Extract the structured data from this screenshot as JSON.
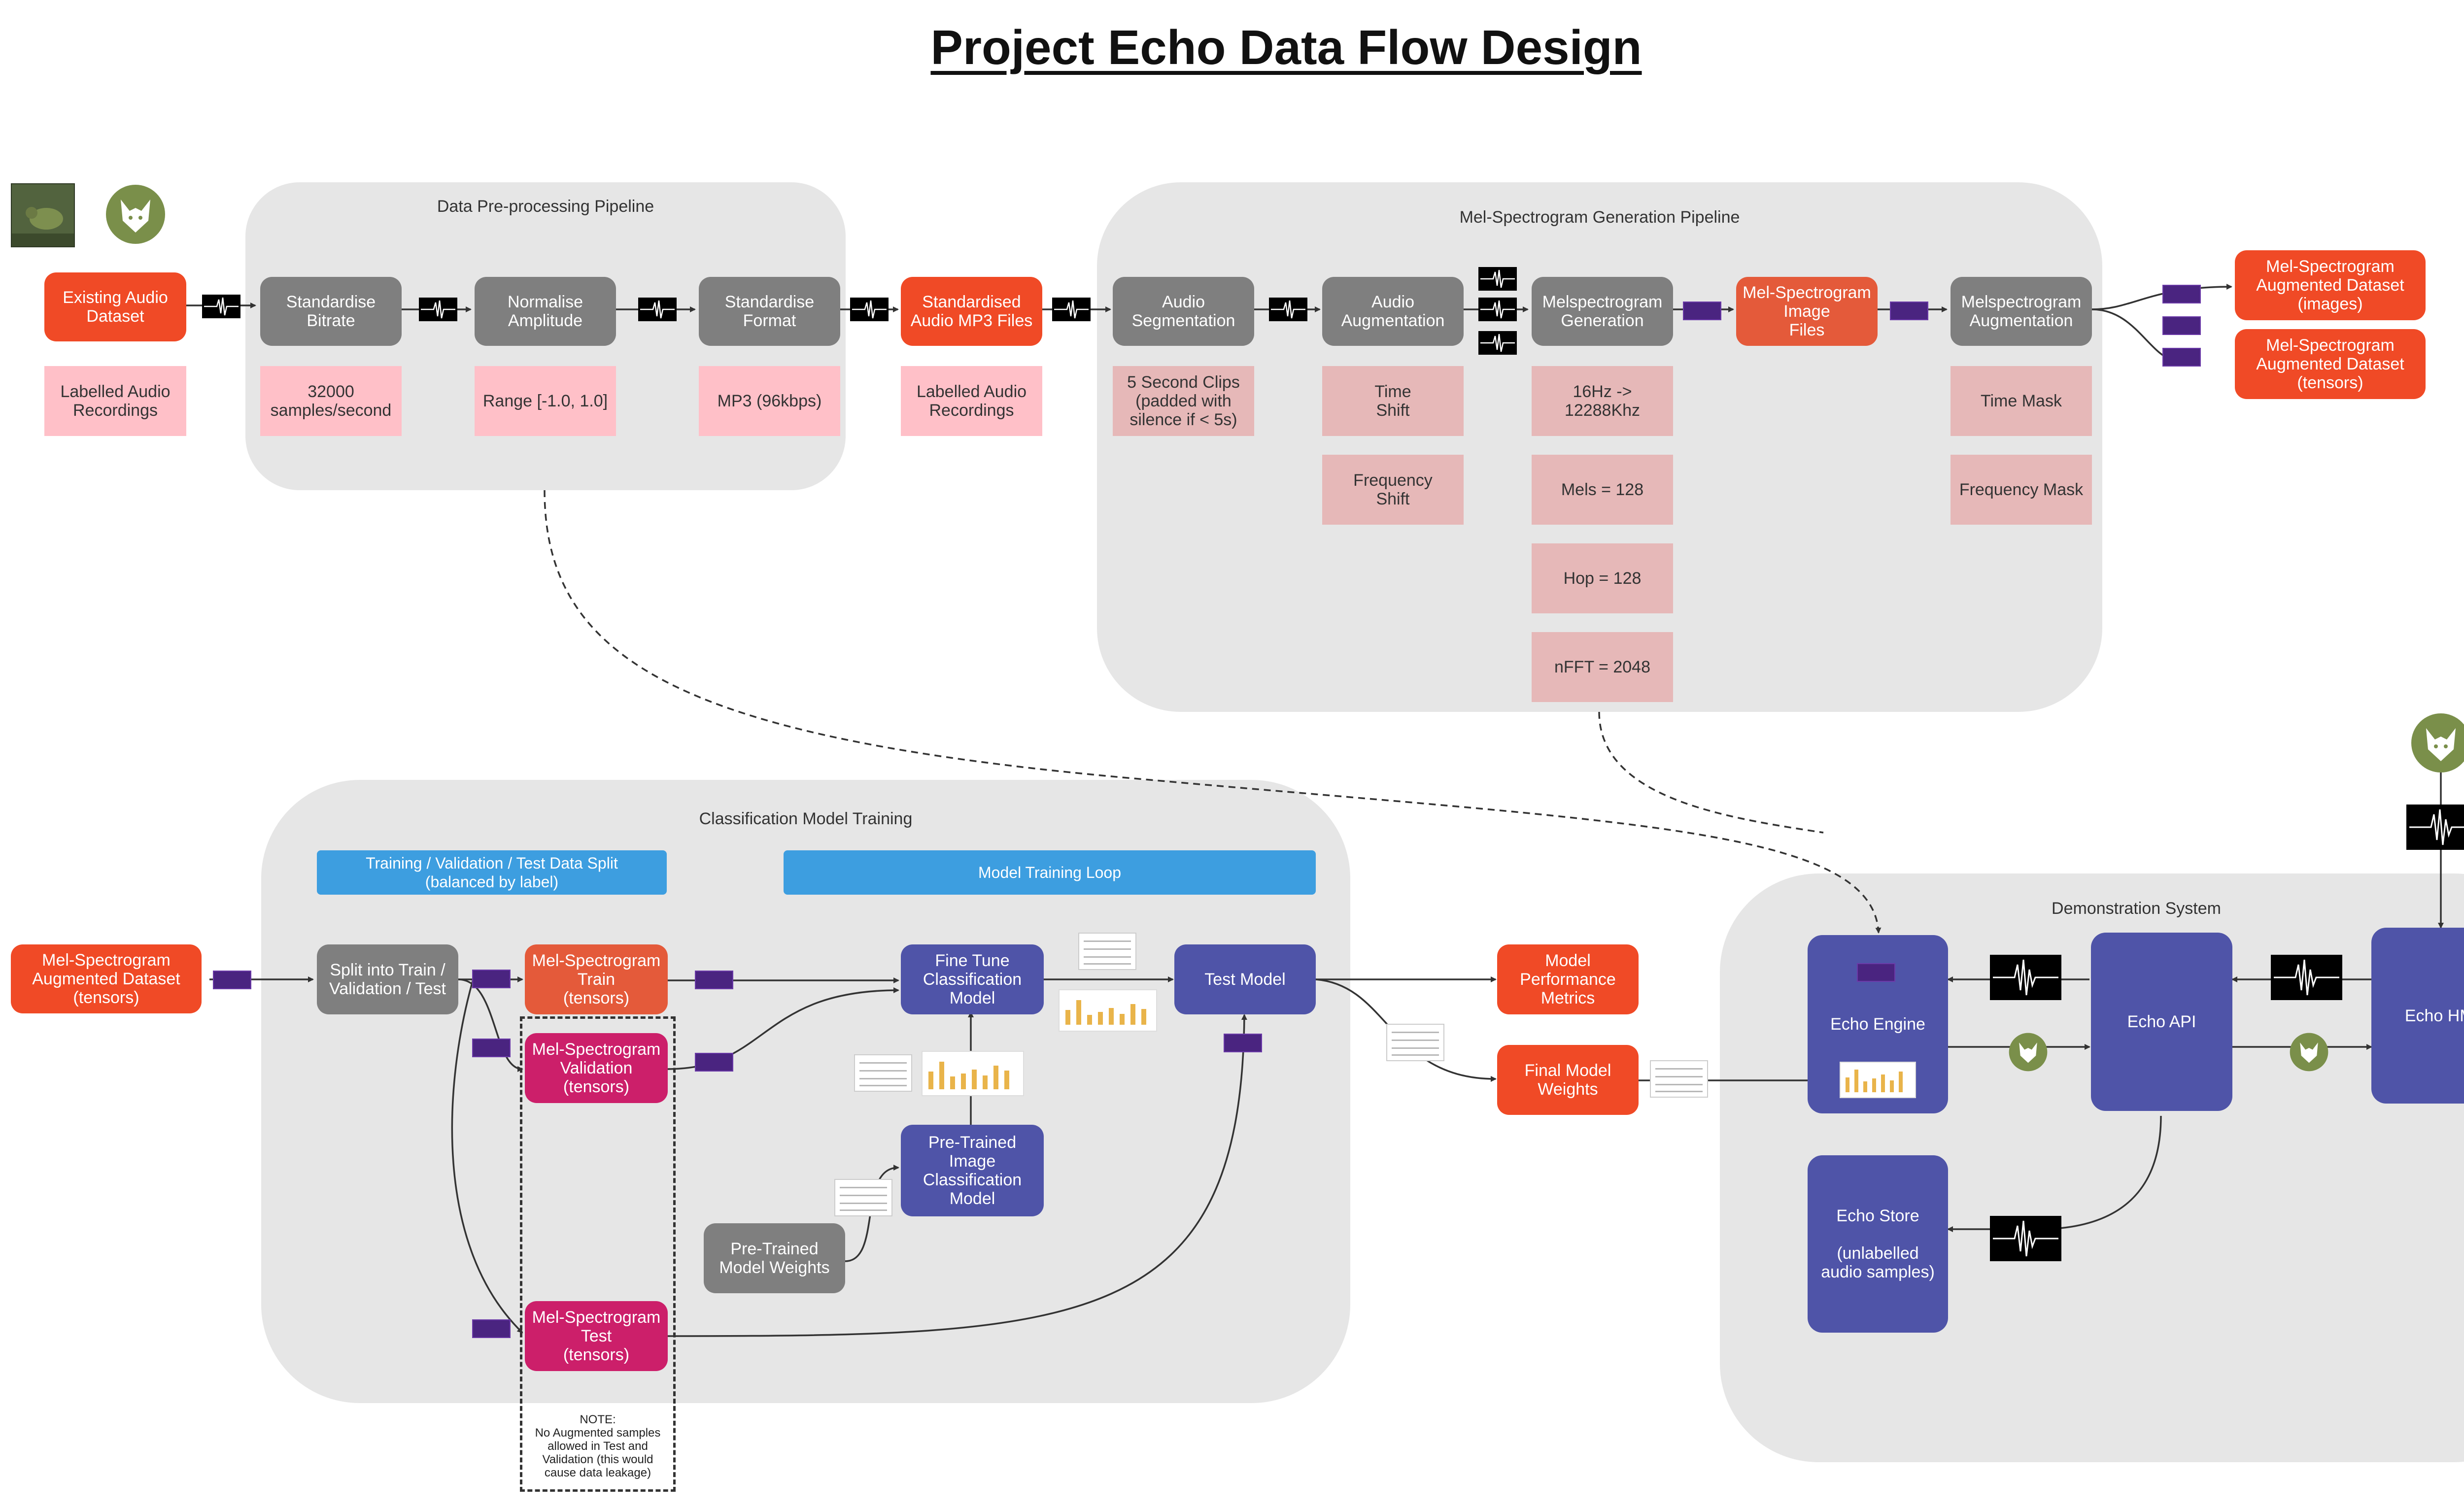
{
  "title": "Project Echo Data Flow Design",
  "groups": {
    "preprocessing": "Data Pre-processing Pipeline",
    "melspec": "Mel-Spectrogram Generation Pipeline",
    "training": "Classification Model Training",
    "demo": "Demonstration System"
  },
  "nodes": {
    "existing_audio": "Existing Audio\nDataset",
    "labelled_audio_1": "Labelled Audio\nRecordings",
    "std_bitrate": "Standardise\nBitrate",
    "bitrate_val": "32000\nsamples/second",
    "normalise_amp": "Normalise\nAmplitude",
    "range_val": "Range [-1.0, 1.0]",
    "std_format": "Standardise\nFormat",
    "format_val": "MP3 (96kbps)",
    "std_mp3": "Standardised\nAudio MP3 Files",
    "labelled_audio_2": "Labelled Audio\nRecordings",
    "audio_seg": "Audio\nSegmentation",
    "clips_val": "5 Second Clips\n(padded with\nsilence if < 5s)",
    "audio_aug": "Audio\nAugmentation",
    "time_shift": "Time\nShift",
    "freq_shift": "Frequency\nShift",
    "melspec_gen": "Melspectrogram\nGeneration",
    "hz_val": "16Hz ->\n12288Khz",
    "mels_val": "Mels = 128",
    "hop_val": "Hop = 128",
    "nfft_val": "nFFT = 2048",
    "melspec_img": "Mel-Spectrogram\nImage\nFiles",
    "melspec_aug": "Melspectrogram\nAugmentation",
    "time_mask": "Time Mask",
    "freq_mask": "Frequency Mask",
    "aug_images": "Mel-Spectrogram\nAugmented Dataset\n(images)",
    "aug_tensors_out": "Mel-Spectrogram\nAugmented Dataset\n(tensors)",
    "aug_tensors_in": "Mel-Spectrogram\nAugmented Dataset\n(tensors)",
    "split_banner": "Training / Validation / Test Data Split\n(balanced by label)",
    "loop_banner": "Model Training Loop",
    "split": "Split into Train /\nValidation / Test",
    "train": "Mel-Spectrogram\nTrain\n(tensors)",
    "validation": "Mel-Spectrogram\nValidation\n(tensors)",
    "test": "Mel-Spectrogram\nTest\n(tensors)",
    "fine_tune": "Fine Tune\nClassification\nModel",
    "test_model": "Test Model",
    "pretrained_model": "Pre-Trained\nImage\nClassification\nModel",
    "pretrained_weights": "Pre-Trained\nModel Weights",
    "perf_metrics": "Model\nPerformance\nMetrics",
    "final_weights": "Final Model\nWeights",
    "echo_engine": "Echo Engine",
    "echo_api": "Echo API",
    "echo_hmi": "Echo HMI",
    "echo_store": "Echo Store\n\n(unlabelled\naudio samples)"
  },
  "note": "NOTE:\nNo Augmented samples\nallowed in Test and\nValidation (this would\ncause data leakage)",
  "colors": {
    "gray": "#7f7f7f",
    "orange": "#f04a26",
    "pink": "#ffc0c8",
    "purple": "#4f54a8",
    "magenta": "#cc1f6a",
    "blue": "#3d9ee0",
    "group_bg": "#e6e6e6"
  }
}
